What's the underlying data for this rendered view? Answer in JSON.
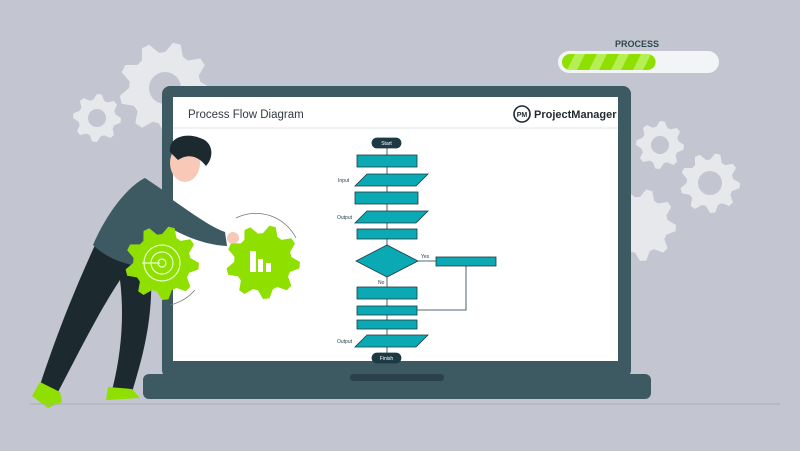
{
  "progress": {
    "label": "PROCESS",
    "value_percent": 60
  },
  "screen": {
    "title": "Process Flow Diagram",
    "brand": {
      "mark": "PM",
      "name": "ProjectManager"
    }
  },
  "flowchart": {
    "start": "Start",
    "finish": "Finish",
    "labels": {
      "input": "Input",
      "output1": "Output",
      "yes": "Yes",
      "no": "No",
      "output2": "Output"
    }
  },
  "colors": {
    "background": "#c3c6d0",
    "laptop": "#3d5962",
    "accent_green": "#8fe000",
    "flow_teal": "#0aa9b4",
    "background_gear": "#e6e8ec"
  },
  "icons": [
    "gear-icon",
    "target-icon",
    "bar-chart-icon"
  ]
}
